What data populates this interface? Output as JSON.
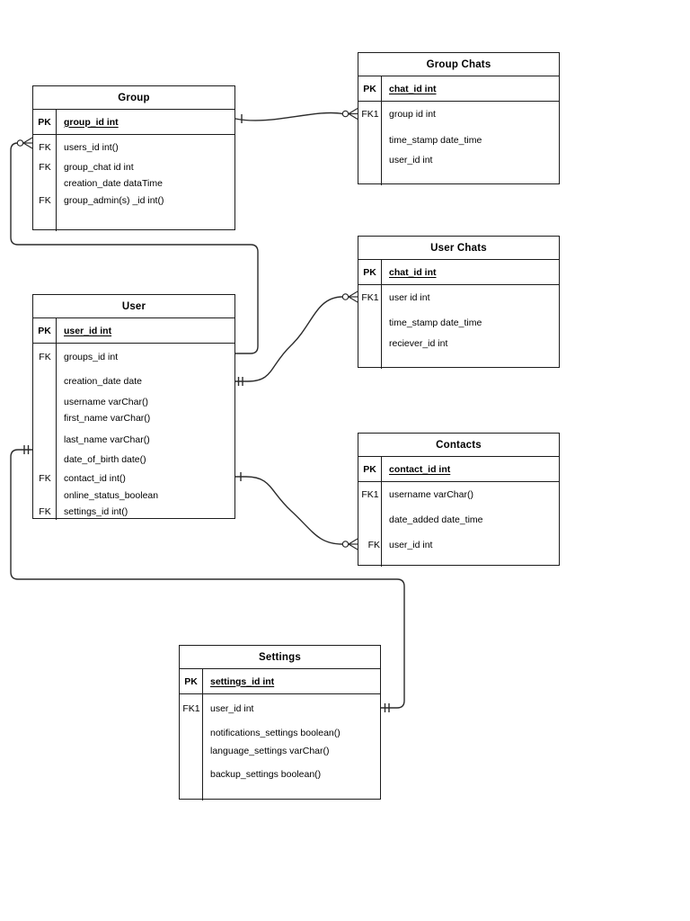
{
  "page": {
    "background": "#ffffff"
  },
  "diagram": {
    "colors": {
      "line": "#2b2b2b",
      "border": "#1c1c1c",
      "text": "#000000",
      "background": "#ffffff"
    },
    "tables": [
      {
        "id": "group",
        "title": "Group",
        "pk": {
          "key": "PK",
          "label": "group_id int"
        },
        "rows": [
          {
            "key": "FK",
            "label": "users_id int()"
          },
          {
            "key": "FK",
            "label": "group_chat id int"
          },
          {
            "key": "",
            "label": "creation_date dataTime"
          },
          {
            "key": "FK",
            "label": "group_admin(s) _id int()"
          }
        ]
      },
      {
        "id": "group-chats",
        "title": "Group Chats",
        "pk": {
          "key": "PK",
          "label": "chat_id int"
        },
        "rows": [
          {
            "key": "FK1",
            "label": "group id int"
          },
          {
            "key": "",
            "label": "time_stamp date_time"
          },
          {
            "key": "",
            "label": "user_id int"
          }
        ]
      },
      {
        "id": "user",
        "title": "User",
        "pk": {
          "key": "PK",
          "label": "user_id int"
        },
        "rows": [
          {
            "key": "FK",
            "label": "groups_id int"
          },
          {
            "key": "",
            "label": "creation_date date"
          },
          {
            "key": "",
            "label": "username varChar()"
          },
          {
            "key": "",
            "label": "first_name varChar()"
          },
          {
            "key": "",
            "label": "last_name varChar()"
          },
          {
            "key": "",
            "label": "date_of_birth date()"
          },
          {
            "key": "FK",
            "label": "contact_id int()"
          },
          {
            "key": "",
            "label": "online_status_boolean"
          },
          {
            "key": "FK",
            "label": "settings_id int()"
          }
        ]
      },
      {
        "id": "user-chats",
        "title": "User Chats",
        "pk": {
          "key": "PK",
          "label": "chat_id int"
        },
        "rows": [
          {
            "key": "FK1",
            "label": "user id int"
          },
          {
            "key": "",
            "label": "time_stamp date_time"
          },
          {
            "key": "",
            "label": "reciever_id int"
          }
        ]
      },
      {
        "id": "contacts",
        "title": "Contacts",
        "pk": {
          "key": "PK",
          "label": "contact_id int"
        },
        "rows": [
          {
            "key": "FK1",
            "label": "username varChar()"
          },
          {
            "key": "",
            "label": "date_added date_time"
          },
          {
            "key": "FK",
            "label": "user_id int",
            "key_align": "right"
          }
        ]
      },
      {
        "id": "settings",
        "title": "Settings",
        "pk": {
          "key": "PK",
          "label": "settings_id int"
        },
        "rows": [
          {
            "key": "FK1",
            "label": "user_id int"
          },
          {
            "key": "",
            "label": "notifications_settings boolean()"
          },
          {
            "key": "",
            "label": "language_settings varChar()"
          },
          {
            "key": "",
            "label": "backup_settings boolean()"
          }
        ]
      }
    ],
    "relationships": [
      {
        "from": "Group",
        "from_field": "group_id",
        "to": "Group Chats",
        "to_field": "group id",
        "from_cardinality": "one",
        "to_cardinality": "zero-or-many"
      },
      {
        "from": "User",
        "from_field": "groups_id",
        "to": "Group",
        "to_field": "users_id",
        "from_cardinality": "none",
        "to_cardinality": "zero-or-many"
      },
      {
        "from": "User",
        "from_field": "creation_date",
        "to": "User Chats",
        "to_field": "user id",
        "from_cardinality": "one-and-only-one",
        "to_cardinality": "zero-or-many"
      },
      {
        "from": "User",
        "from_field": "contact_id",
        "to": "Contacts",
        "to_field": "user_id",
        "from_cardinality": "one",
        "to_cardinality": "zero-or-many"
      },
      {
        "from": "User",
        "from_field": "settings_id",
        "to": "Settings",
        "to_field": "user_id",
        "from_cardinality": "one-and-only-one",
        "to_cardinality": "one-and-only-one"
      }
    ]
  }
}
